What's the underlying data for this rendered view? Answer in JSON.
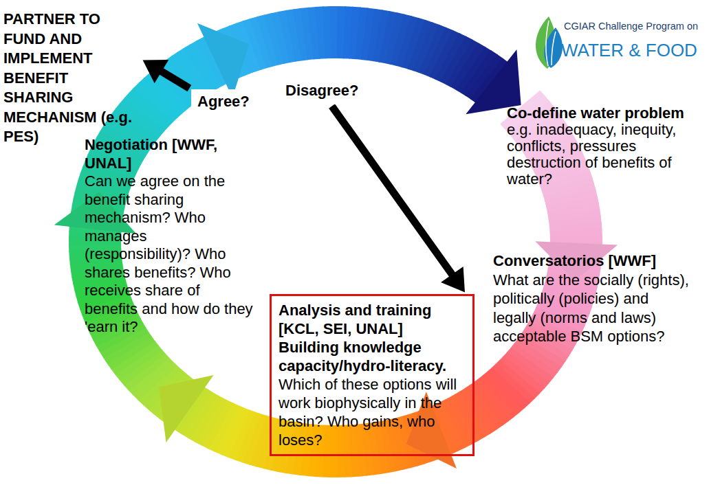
{
  "diagram": {
    "nodes": [
      {
        "text": [
          "PARTNER TO FUND AND IMPLEMENT BENEFIT SHARING MECHANISM (e.g. PES)"
        ]
      },
      {
        "text": [
          "Agree?"
        ]
      },
      {
        "text": [
          "Disagree?"
        ]
      },
      {
        "text": [
          "Co-define water problem",
          "e.g. inadequacy, inequity, conflicts, pressures destruction of benefits of water?"
        ]
      },
      {
        "text": [
          "Negotiation [WWF, UNAL]",
          "Can we agree on the benefit sharing mechanism? Who manages (responsibility)? Who shares benefits? Who receives share of benefits and how do they 'earn it?"
        ]
      },
      {
        "text": [
          "Conversatorios [WWF]",
          "What are the socially (rights), politically (policies) and legally (norms and laws) acceptable BSM options?"
        ]
      },
      {
        "text": [
          "Analysis and training [KCL, SEI, UNAL]",
          "Building knowledge capacity/hydro-literacy.",
          "Which of these options will work biophysically in the basin? Who gains, who loses?"
        ]
      }
    ],
    "edges": [
      {
        "from": 1,
        "to": 0,
        "arrow": "to"
      },
      {
        "from": 2,
        "to": 6,
        "arrow": "to"
      }
    ],
    "labels": [
      "CGIAR Challenge Program on",
      "WATER & FOOD"
    ]
  }
}
